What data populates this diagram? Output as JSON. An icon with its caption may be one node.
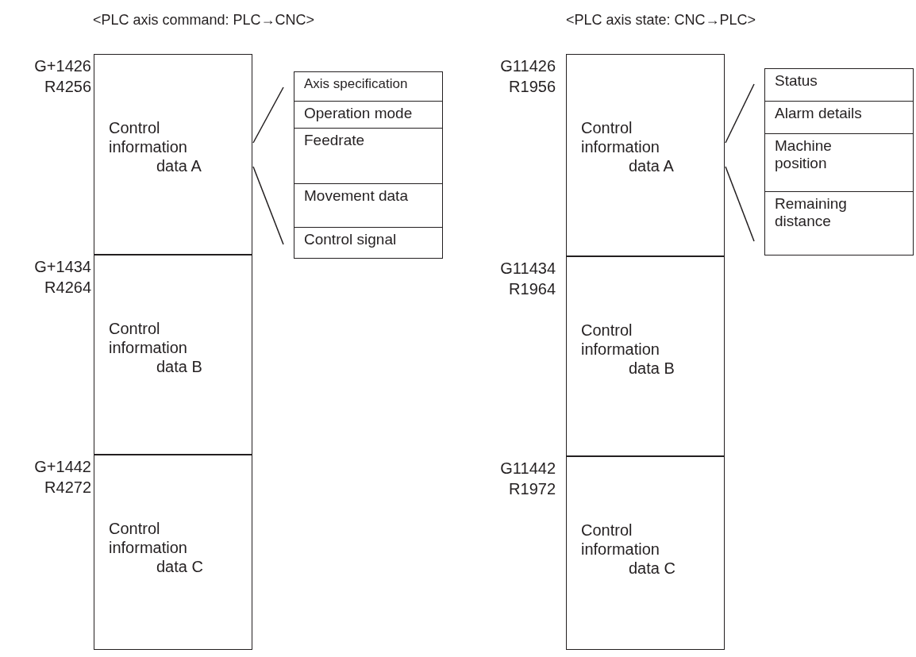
{
  "diagram": {
    "nodes": [
      {
        "text": [
          "Control information",
          "data A"
        ],
        "beside": [
          "G+1426",
          "R4256"
        ]
      },
      {
        "text": [
          "Control information",
          "data B"
        ],
        "beside": [
          "G+1434",
          "R4264"
        ]
      },
      {
        "text": [
          "Control information",
          "data C"
        ],
        "beside": [
          "G+1442",
          "R4272"
        ]
      },
      {
        "text": [],
        "shape": "box"
      },
      {
        "text": [
          "Axis specification"
        ],
        "in": 3
      },
      {
        "text": [
          "Operation mode"
        ],
        "in": 3
      },
      {
        "text": [
          "Feedrate"
        ],
        "in": 3
      },
      {
        "text": [
          "Movement data"
        ],
        "in": 3
      },
      {
        "text": [
          "Control signal"
        ],
        "in": 3
      },
      {
        "text": [
          "Control information",
          "data A"
        ],
        "beside": [
          "G11426",
          "R1956"
        ]
      },
      {
        "text": [
          "Control information",
          "data B"
        ],
        "beside": [
          "G11434",
          "R1964"
        ]
      },
      {
        "text": [
          "Control information",
          "data C"
        ],
        "beside": [
          "G11442",
          "R1972"
        ]
      },
      {
        "text": [],
        "shape": "box"
      },
      {
        "text": [
          "Status"
        ],
        "in": 12
      },
      {
        "text": [
          "Alarm details"
        ],
        "in": 12
      },
      {
        "text": [
          "Machine position"
        ],
        "in": 12
      },
      {
        "text": [
          "Remaining distance"
        ],
        "in": 12
      }
    ],
    "edges": [
      {
        "from": 0,
        "to": 3,
        "arrow": "none"
      },
      {
        "from": 0,
        "to": 3,
        "arrow": "none"
      },
      {
        "from": 9,
        "to": 12,
        "arrow": "none"
      },
      {
        "from": 9,
        "to": 12,
        "arrow": "none"
      }
    ],
    "labels": [
      "<PLC axis command: PLC→CNC>",
      "<PLC axis state: CNC→PLC>"
    ]
  }
}
